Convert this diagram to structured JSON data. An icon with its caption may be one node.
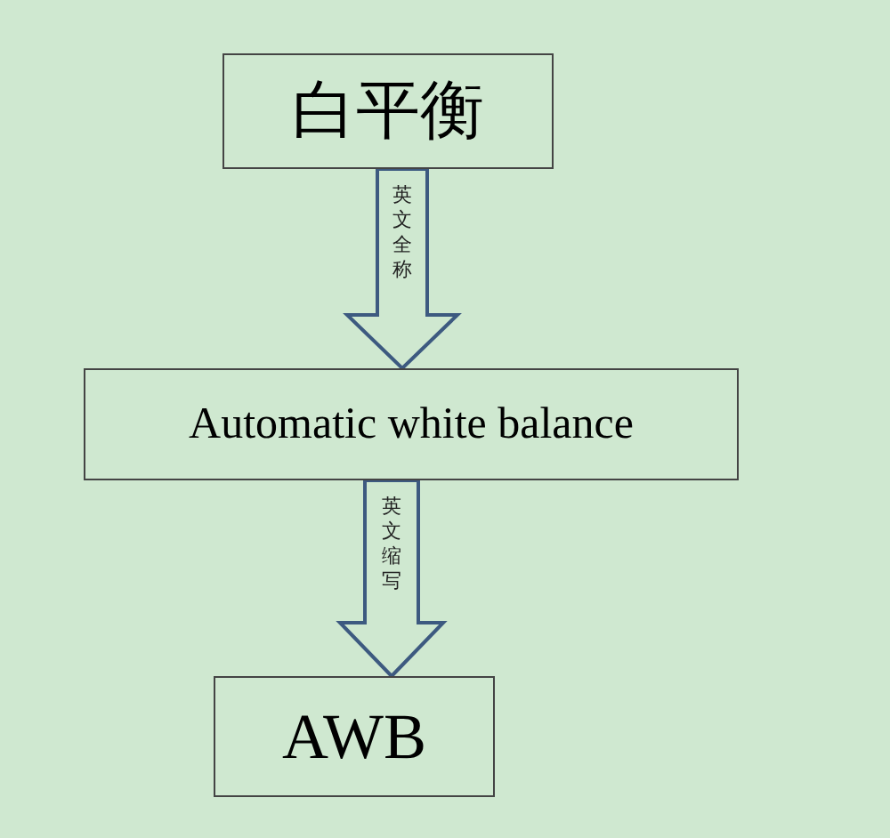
{
  "diagram": {
    "nodes": [
      {
        "text": [
          "白平衡"
        ]
      },
      {
        "text": [
          "Automatic white balance"
        ]
      },
      {
        "text": [
          "AWB"
        ]
      }
    ],
    "edges": [
      {
        "from": 0,
        "to": 1,
        "arrow": "to",
        "label": "英文全称"
      },
      {
        "from": 1,
        "to": 2,
        "arrow": "to",
        "label": "英文缩写"
      }
    ]
  }
}
